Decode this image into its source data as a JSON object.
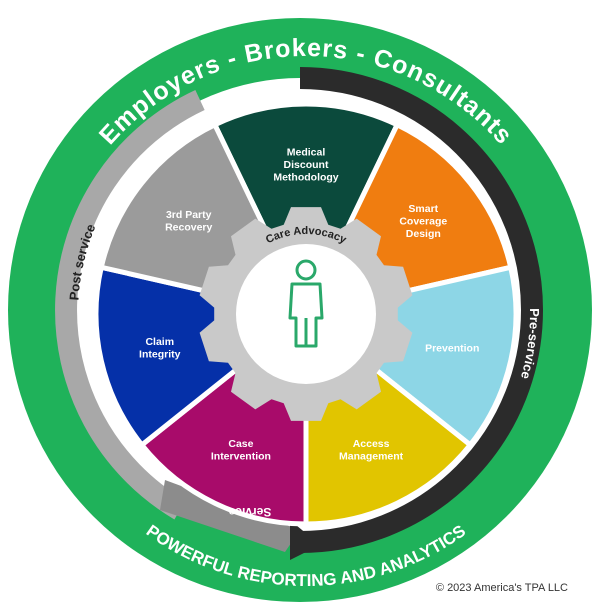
{
  "outer_ring": {
    "top_text": "Employers - Brokers - Consultants",
    "bottom_text": "POWERFUL REPORTING AND ANALYTICS"
  },
  "service_arcs": {
    "pre_service": "Pre-service",
    "post_service": "Post service",
    "service": "Service"
  },
  "center": {
    "gear_label": "Care Advocacy",
    "person_icon": "person-icon"
  },
  "segments": [
    {
      "lines": [
        "Medical",
        "Discount",
        "Methodology"
      ],
      "color": "#0b4a3c"
    },
    {
      "lines": [
        "Smart",
        "Coverage",
        "Design"
      ],
      "color": "#f07d10"
    },
    {
      "lines": [
        "Prevention"
      ],
      "color": "#8dd6e6"
    },
    {
      "lines": [
        "Access",
        "Management"
      ],
      "color": "#e1c500"
    },
    {
      "lines": [
        "Case",
        "Intervention"
      ],
      "color": "#a80b6a"
    },
    {
      "lines": [
        "Claim",
        "Integrity"
      ],
      "color": "#0530a8"
    },
    {
      "lines": [
        "3rd Party",
        "Recovery"
      ],
      "color": "#9b9b9b"
    }
  ],
  "colors": {
    "outer_green": "#1fb25a",
    "dark_arc": "#2b2b2b",
    "gray_arc": "#9e9e9e",
    "gear": "#c9c9c9",
    "icon_green": "#2aa86a"
  },
  "copyright": "© 2023 America's TPA LLC"
}
